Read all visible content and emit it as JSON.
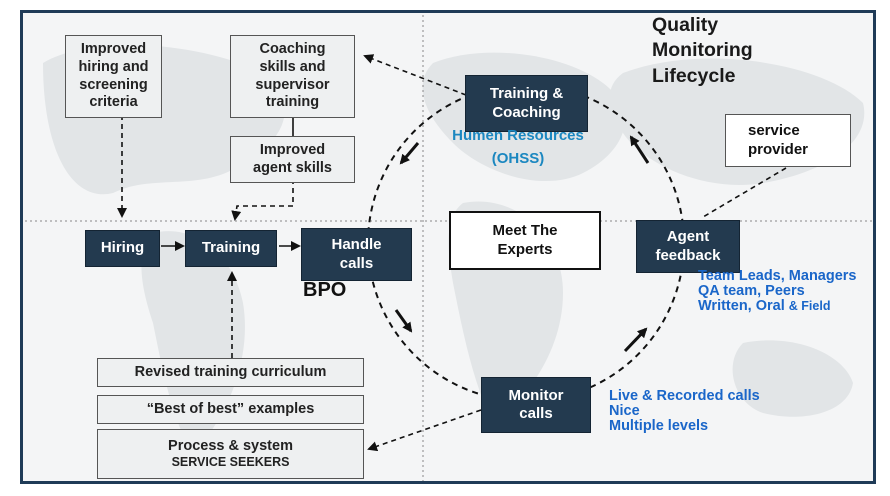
{
  "title": {
    "line1": "Quality",
    "line2": "Monitoring",
    "line3": "Lifecycle"
  },
  "cycle": {
    "training_coaching": {
      "line1": "Training &",
      "line2": "Coaching"
    },
    "agent_feedback": {
      "line1": "Agent",
      "line2": "feedback"
    },
    "monitor_calls": {
      "line1": "Monitor",
      "line2": "calls"
    },
    "handle_calls": {
      "line1": "Handle",
      "line2": "calls"
    }
  },
  "process": {
    "hiring": "Hiring",
    "training": "Training"
  },
  "improvements": {
    "hiring_criteria": {
      "line1": "Improved",
      "line2": "hiring and",
      "line3": "screening",
      "line4": "criteria"
    },
    "coaching_skills": {
      "line1": "Coaching",
      "line2": "skills and",
      "line3": "supervisor",
      "line4": "training"
    },
    "agent_skills": {
      "line1": "Improved",
      "line2": "agent skills"
    }
  },
  "bottom_stack": {
    "revised": "Revised training curriculum",
    "best": "“Best of best” examples",
    "process_line1": "Process & system",
    "process_line2": "SERVICE SEEKERS"
  },
  "labels": {
    "hr_line1": "Humen Resources",
    "hr_line2": "(OHSS)",
    "bpo": "BPO",
    "meet_line1": "Meet The",
    "meet_line2": "Experts",
    "service_line1": "service",
    "service_line2": "provider",
    "feedback_line1": "Team Leads, Managers",
    "feedback_line2": "QA team, Peers",
    "feedback_line3a": "Written, Oral",
    "feedback_line3b": "& Field",
    "monitor_line1": "Live & Recorded calls",
    "monitor_line2": "Nice",
    "monitor_line3": "Multiple levels"
  },
  "colors": {
    "dark_box": "#233a4f",
    "blue_text": "#1a66c9",
    "teal_text": "#1b87c0",
    "frame": "#1f3b57"
  }
}
